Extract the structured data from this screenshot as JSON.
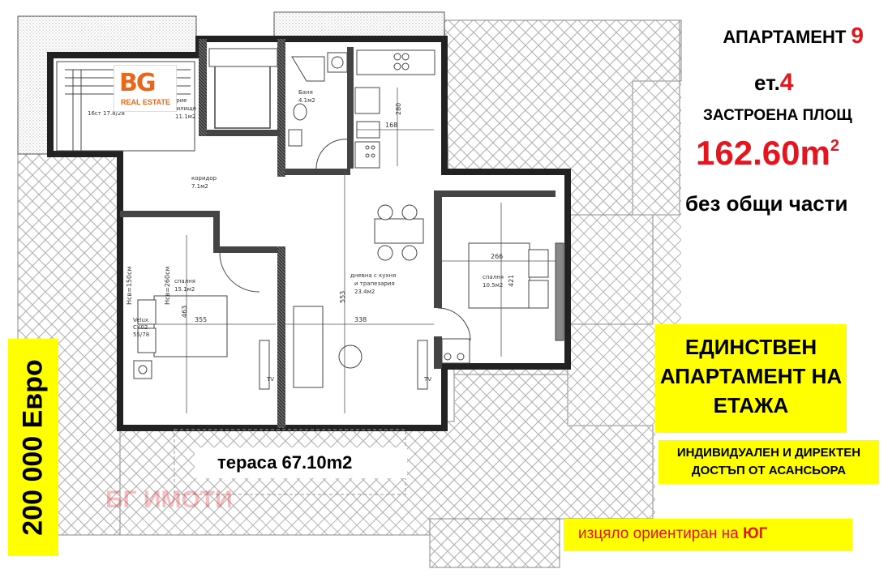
{
  "header": {
    "apartment_label": "АПАРТАМЕНТ",
    "apartment_number": "9",
    "floor_label": "ет.",
    "floor_number": "4",
    "built_area_label": "ЗАСТРОЕНА ПЛОЩ",
    "area_value": "162.60m",
    "area_superscript": "2",
    "area_note": "без общи части"
  },
  "price": "200 000 Евро",
  "badge_unique": {
    "line1": "ЕДИНСТВЕН",
    "line2": "АПАРТАМЕНТ НА",
    "line3": "ЕТАЖА"
  },
  "badge_access": {
    "line1": "ИНДИВИДУАЛЕН И ДИРЕКТЕН",
    "line2": "ДОСТЪП ОТ АСАНСЬОРА"
  },
  "terrace_label": "тераса 67.10m2",
  "orientation": {
    "text": "изцяло ориентиран на",
    "direction": "ЮГ"
  },
  "watermark": "БГ ИМОТИ",
  "logo": {
    "mark": "BG",
    "sub": "REAL ESTATE"
  },
  "colors": {
    "red": "#e4151f",
    "yellow": "#ffff00",
    "logo_orange": "#e8671c"
  },
  "rooms": {
    "storage": {
      "name": "ерие",
      "name2": "нилище",
      "area": "11.1м2"
    },
    "stairs": "16ст 17.8/28",
    "bath": {
      "name": "Баня",
      "area": "4.1м2"
    },
    "corridor": {
      "name": "коридор",
      "area": "7.1м2"
    },
    "bedroom1": {
      "name": "спалня",
      "area": "15.1м2"
    },
    "living": {
      "name": "дневна с кухня",
      "name2": "и трапезария",
      "area": "23.4м2"
    },
    "bedroom2": {
      "name": "спалня",
      "area": "10.5м2"
    }
  },
  "dims": {
    "d280": "280",
    "d168": "168",
    "d355": "355",
    "d338": "338",
    "d463": "463",
    "d553": "553",
    "d266": "266",
    "d421": "421",
    "h150": "Нсв=150см",
    "h260": "Нсв=260см"
  },
  "window_tag": {
    "line1": "Velux",
    "line2": "CK02",
    "line3": "55/78"
  },
  "tv_label": "TV"
}
